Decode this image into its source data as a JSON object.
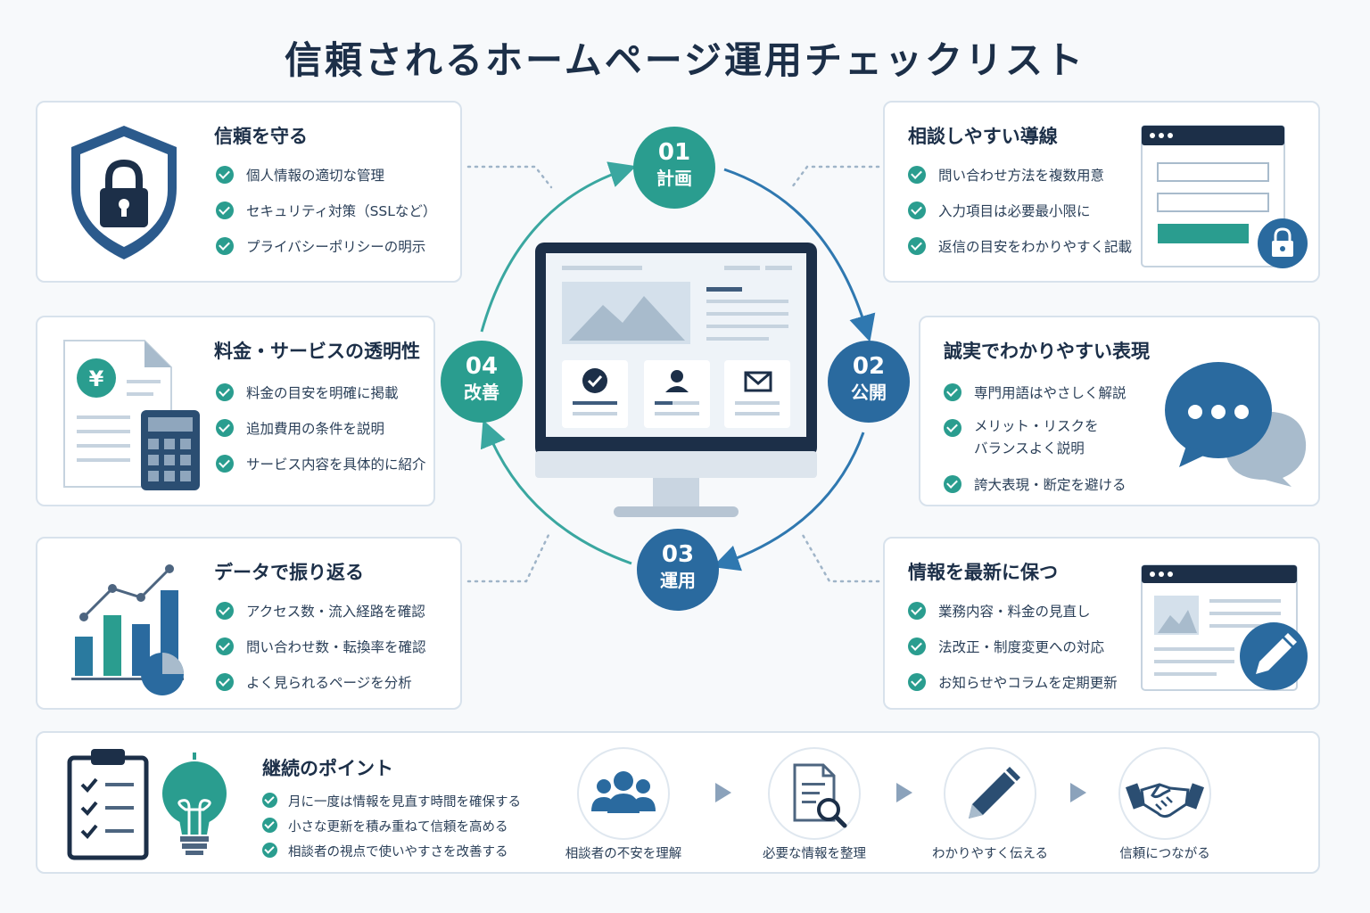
{
  "title": "信頼されるホームページ運用チェックリスト",
  "cards": {
    "trust": {
      "title": "信頼を守る",
      "items": [
        "個人情報の適切な管理",
        "セキュリティ対策（SSLなど）",
        "プライバシーポリシーの明示"
      ]
    },
    "pricing": {
      "title": "料金・サービスの透明性",
      "items": [
        "料金の目安を明確に掲載",
        "追加費用の条件を説明",
        "サービス内容を具体的に紹介"
      ]
    },
    "data": {
      "title": "データで振り返る",
      "items": [
        "アクセス数・流入経路を確認",
        "問い合わせ数・転換率を確認",
        "よく見られるページを分析"
      ]
    },
    "contact": {
      "title": "相談しやすい導線",
      "items": [
        "問い合わせ方法を複数用意",
        "入力項目は必要最小限に",
        "返信の目安をわかりやすく記載"
      ]
    },
    "honest": {
      "title": "誠実でわかりやすい表現",
      "items": [
        "専門用語はやさしく解説",
        "メリット・リスクを",
        "バランスよく説明",
        "誇大表現・断定を避ける"
      ]
    },
    "latest": {
      "title": "情報を最新に保つ",
      "items": [
        "業務内容・料金の見直し",
        "法改正・制度変更への対応",
        "お知らせやコラムを定期更新"
      ]
    }
  },
  "cycle": [
    {
      "num": "01",
      "label": "計画"
    },
    {
      "num": "02",
      "label": "公開"
    },
    {
      "num": "03",
      "label": "運用"
    },
    {
      "num": "04",
      "label": "改善"
    }
  ],
  "bottom": {
    "title": "継続のポイント",
    "items": [
      "月に一度は情報を見直す時間を確保する",
      "小さな更新を積み重ねて信頼を高める",
      "相談者の視点で使いやすさを改善する"
    ],
    "flow": [
      "相談者の不安を理解",
      "必要な情報を整理",
      "わかりやすく伝える",
      "信頼につながる"
    ]
  },
  "icons": {
    "trust": "shield-lock-icon",
    "pricing": "yen-document-calculator-icon",
    "data": "bar-chart-icon",
    "contact": "contact-form-icon",
    "honest": "speech-bubble-icon",
    "latest": "edit-page-icon",
    "bottom": "clipboard-lightbulb-icon",
    "flow": [
      "people-icon",
      "document-search-icon",
      "pen-icon",
      "handshake-icon"
    ]
  },
  "colors": {
    "teal": "#2a9d8f",
    "blue": "#2a6a9f",
    "navy": "#1c2f48"
  }
}
